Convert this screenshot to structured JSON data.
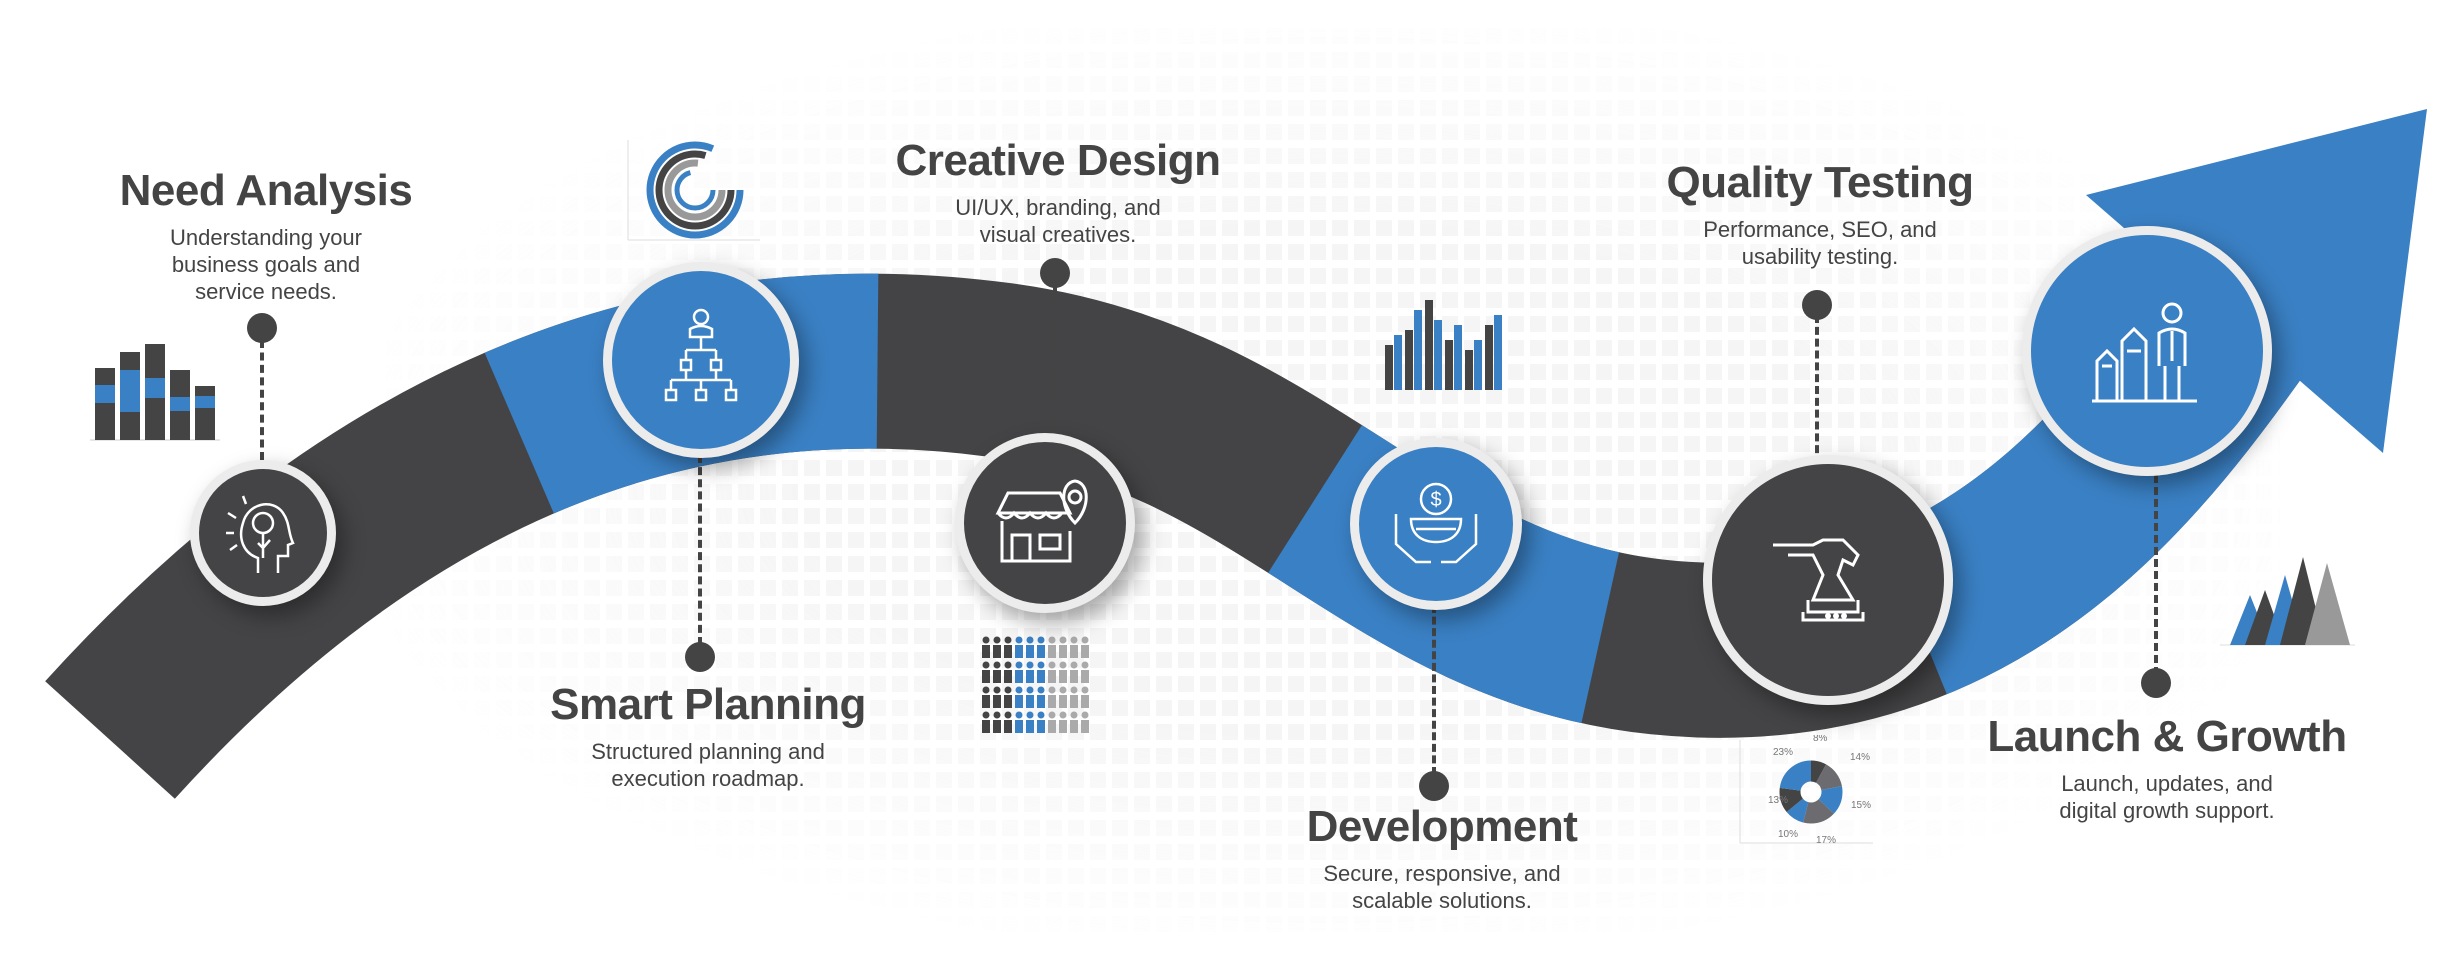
{
  "stages": [
    {
      "title": "Need Analysis",
      "desc": "Understanding your business goals and service needs.",
      "icon": "brain-head-icon"
    },
    {
      "title": "Smart Planning",
      "desc": "Structured planning and execution roadmap.",
      "icon": "org-chart-icon"
    },
    {
      "title": "Creative Design",
      "desc": "UI/UX, branding, and visual creatives.",
      "icon": "storefront-location-icon"
    },
    {
      "title": "Development",
      "desc": "Secure, responsive, and scalable solutions.",
      "icon": "money-hands-icon"
    },
    {
      "title": "Quality Testing",
      "desc": "Performance, SEO, and usability testing.",
      "icon": "chess-knight-icon"
    },
    {
      "title": "Launch & Growth",
      "desc": "Launch, updates, and digital growth support.",
      "icon": "growth-person-icon"
    }
  ],
  "donut": {
    "labels": [
      "8%",
      "14%",
      "15%",
      "17%",
      "10%",
      "13%",
      "23%"
    ]
  },
  "colors": {
    "blue": "#3a80c4",
    "dark": "#444446"
  }
}
